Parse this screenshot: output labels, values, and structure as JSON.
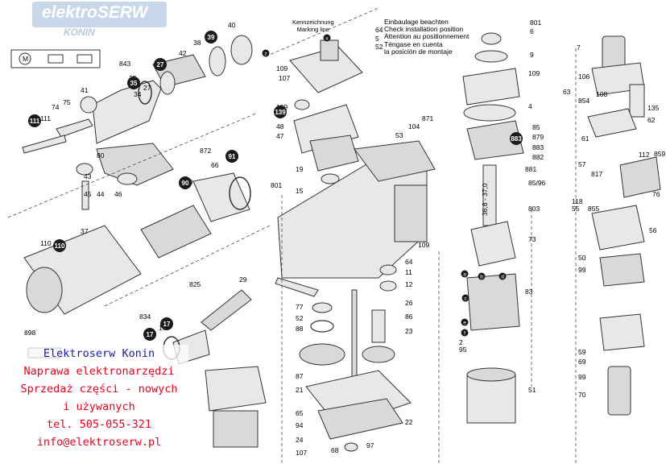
{
  "logo": {
    "title": "elektroSERW",
    "subtitle": "KONIN"
  },
  "advert": {
    "lines": [
      "Elektroserw Konin",
      "Naprawa elektronarzędzi",
      "Sprzedaż części - nowych",
      "i używanych",
      "tel. 505-055-321",
      "info@elektroserw.pl"
    ]
  },
  "install_note": {
    "lines": [
      "Einbaulage beachten",
      "Check installation position",
      "Attention au positionnement",
      "Téngase en cuenta",
      "la posición de montaje"
    ]
  },
  "marking": {
    "lines": [
      "Kennzeichnung",
      "Marking line"
    ]
  },
  "dimension": "36,8 - 37,0",
  "colors": {
    "badge": "#1a1a1a",
    "ad_text": "#e8001c",
    "ad_title": "#1a1aa8",
    "logo_bg": "#c8d8ea"
  },
  "callouts": [
    "40",
    "39",
    "38",
    "42",
    "41",
    "75",
    "74",
    "111",
    "843",
    "35",
    "27",
    "34",
    "80",
    "43",
    "45",
    "44",
    "46",
    "872",
    "91",
    "66",
    "90",
    "110",
    "37",
    "825",
    "29",
    "834",
    "17",
    "898",
    "64",
    "5",
    "52",
    "107",
    "109",
    "139",
    "48",
    "47",
    "19",
    "15",
    "801",
    "53",
    "104",
    "871",
    "77",
    "52",
    "88",
    "87",
    "21",
    "65",
    "94",
    "24",
    "107",
    "68",
    "97",
    "64",
    "11",
    "12",
    "26",
    "86",
    "23",
    "22",
    "109",
    "801",
    "6",
    "9",
    "109",
    "4",
    "85",
    "879",
    "883",
    "882",
    "881",
    "85/96",
    "803",
    "73",
    "83",
    "2",
    "95",
    "51",
    "7",
    "106",
    "63",
    "854",
    "108",
    "135",
    "62",
    "61",
    "57",
    "112",
    "859",
    "817",
    "76",
    "118",
    "55",
    "855",
    "56",
    "50",
    "99",
    "59",
    "69",
    "99",
    "70",
    "105"
  ],
  "badges": [
    "39",
    "35",
    "27",
    "111",
    "139",
    "90",
    "91",
    "110",
    "17",
    "17",
    "883"
  ],
  "small_markers": [
    "a",
    "b",
    "c",
    "d",
    "e",
    "f",
    "x",
    "z"
  ]
}
